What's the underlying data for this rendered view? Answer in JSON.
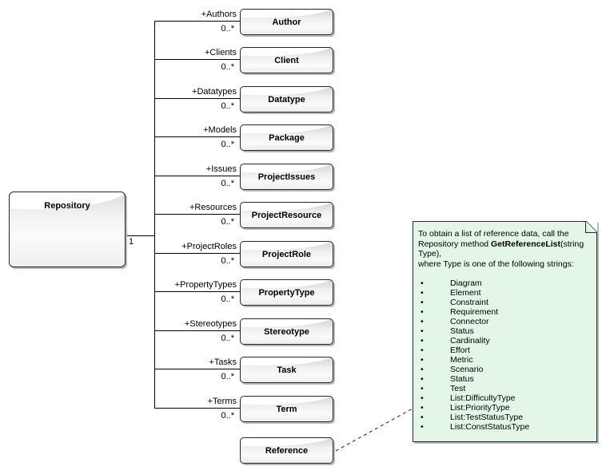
{
  "repository": {
    "name": "Repository",
    "multiplicity": "1"
  },
  "classes": [
    {
      "name": "Author",
      "role": "+Authors",
      "multiplicity": "0..*"
    },
    {
      "name": "Client",
      "role": "+Clients",
      "multiplicity": "0..*"
    },
    {
      "name": "Datatype",
      "role": "+Datatypes",
      "multiplicity": "0..*"
    },
    {
      "name": "Package",
      "role": "+Models",
      "multiplicity": "0..*"
    },
    {
      "name": "ProjectIssues",
      "role": "+Issues",
      "multiplicity": "0..*"
    },
    {
      "name": "ProjectResource",
      "role": "+Resources",
      "multiplicity": "0..*"
    },
    {
      "name": "ProjectRole",
      "role": "+ProjectRoles",
      "multiplicity": "0..*"
    },
    {
      "name": "PropertyType",
      "role": "+PropertyTypes",
      "multiplicity": "0..*"
    },
    {
      "name": "Stereotype",
      "role": "+Stereotypes",
      "multiplicity": "0..*"
    },
    {
      "name": "Task",
      "role": "+Tasks",
      "multiplicity": "0..*"
    },
    {
      "name": "Term",
      "role": "+Terms",
      "multiplicity": "0..*"
    },
    {
      "name": "Reference",
      "role": "",
      "multiplicity": ""
    }
  ],
  "note": {
    "bullet": "•",
    "text_before_method": "To obtain a list of reference data, call the Repository method ",
    "method_name": "GetReferenceList",
    "text_after_method": "(string Type),",
    "text_line2": "where Type is one of the following strings:",
    "items": [
      "Diagram",
      "Element",
      "Constraint",
      "Requirement",
      "Connector",
      "Status",
      "Cardinality",
      "Effort",
      "Metric",
      "Scenario",
      "Status",
      "Test",
      "List:DifficultyType",
      "List:PriorityType",
      "List:TestStatusType",
      "List:ConstStatusType"
    ]
  },
  "colors": {
    "note_background": "#e4f6e7",
    "box_border": "#262626",
    "connector_line": "#000000",
    "shadow": "#b7b7b7",
    "canvas_background": "#ffffff"
  }
}
